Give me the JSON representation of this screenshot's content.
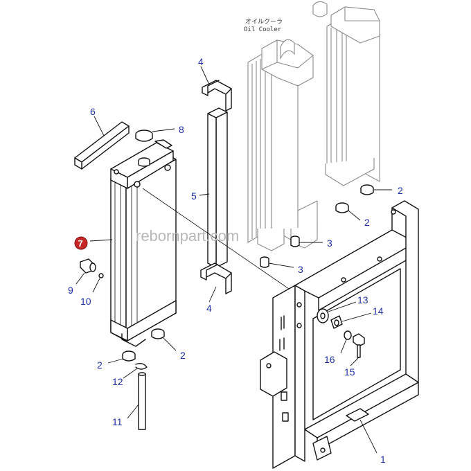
{
  "diagram": {
    "oil_cooler_label_jp": "オイルクーラ",
    "oil_cooler_label_en": "Oil Cooler",
    "watermark": "rebornpart.com",
    "highlighted_part": "7",
    "colors": {
      "callout": "#1f2fa8",
      "badge": "#c62828",
      "line": "#111111",
      "ghost": "#8a8a8a"
    },
    "callouts": {
      "c1": "1",
      "c2a": "2",
      "c2b": "2",
      "c2c": "2",
      "c2d": "2",
      "c3a": "3",
      "c3b": "3",
      "c4a": "4",
      "c4b": "4",
      "c5": "5",
      "c6": "6",
      "c8": "8",
      "c9": "9",
      "c10": "10",
      "c11": "11",
      "c12": "12",
      "c13": "13",
      "c14": "14",
      "c15": "15",
      "c16": "16"
    }
  }
}
